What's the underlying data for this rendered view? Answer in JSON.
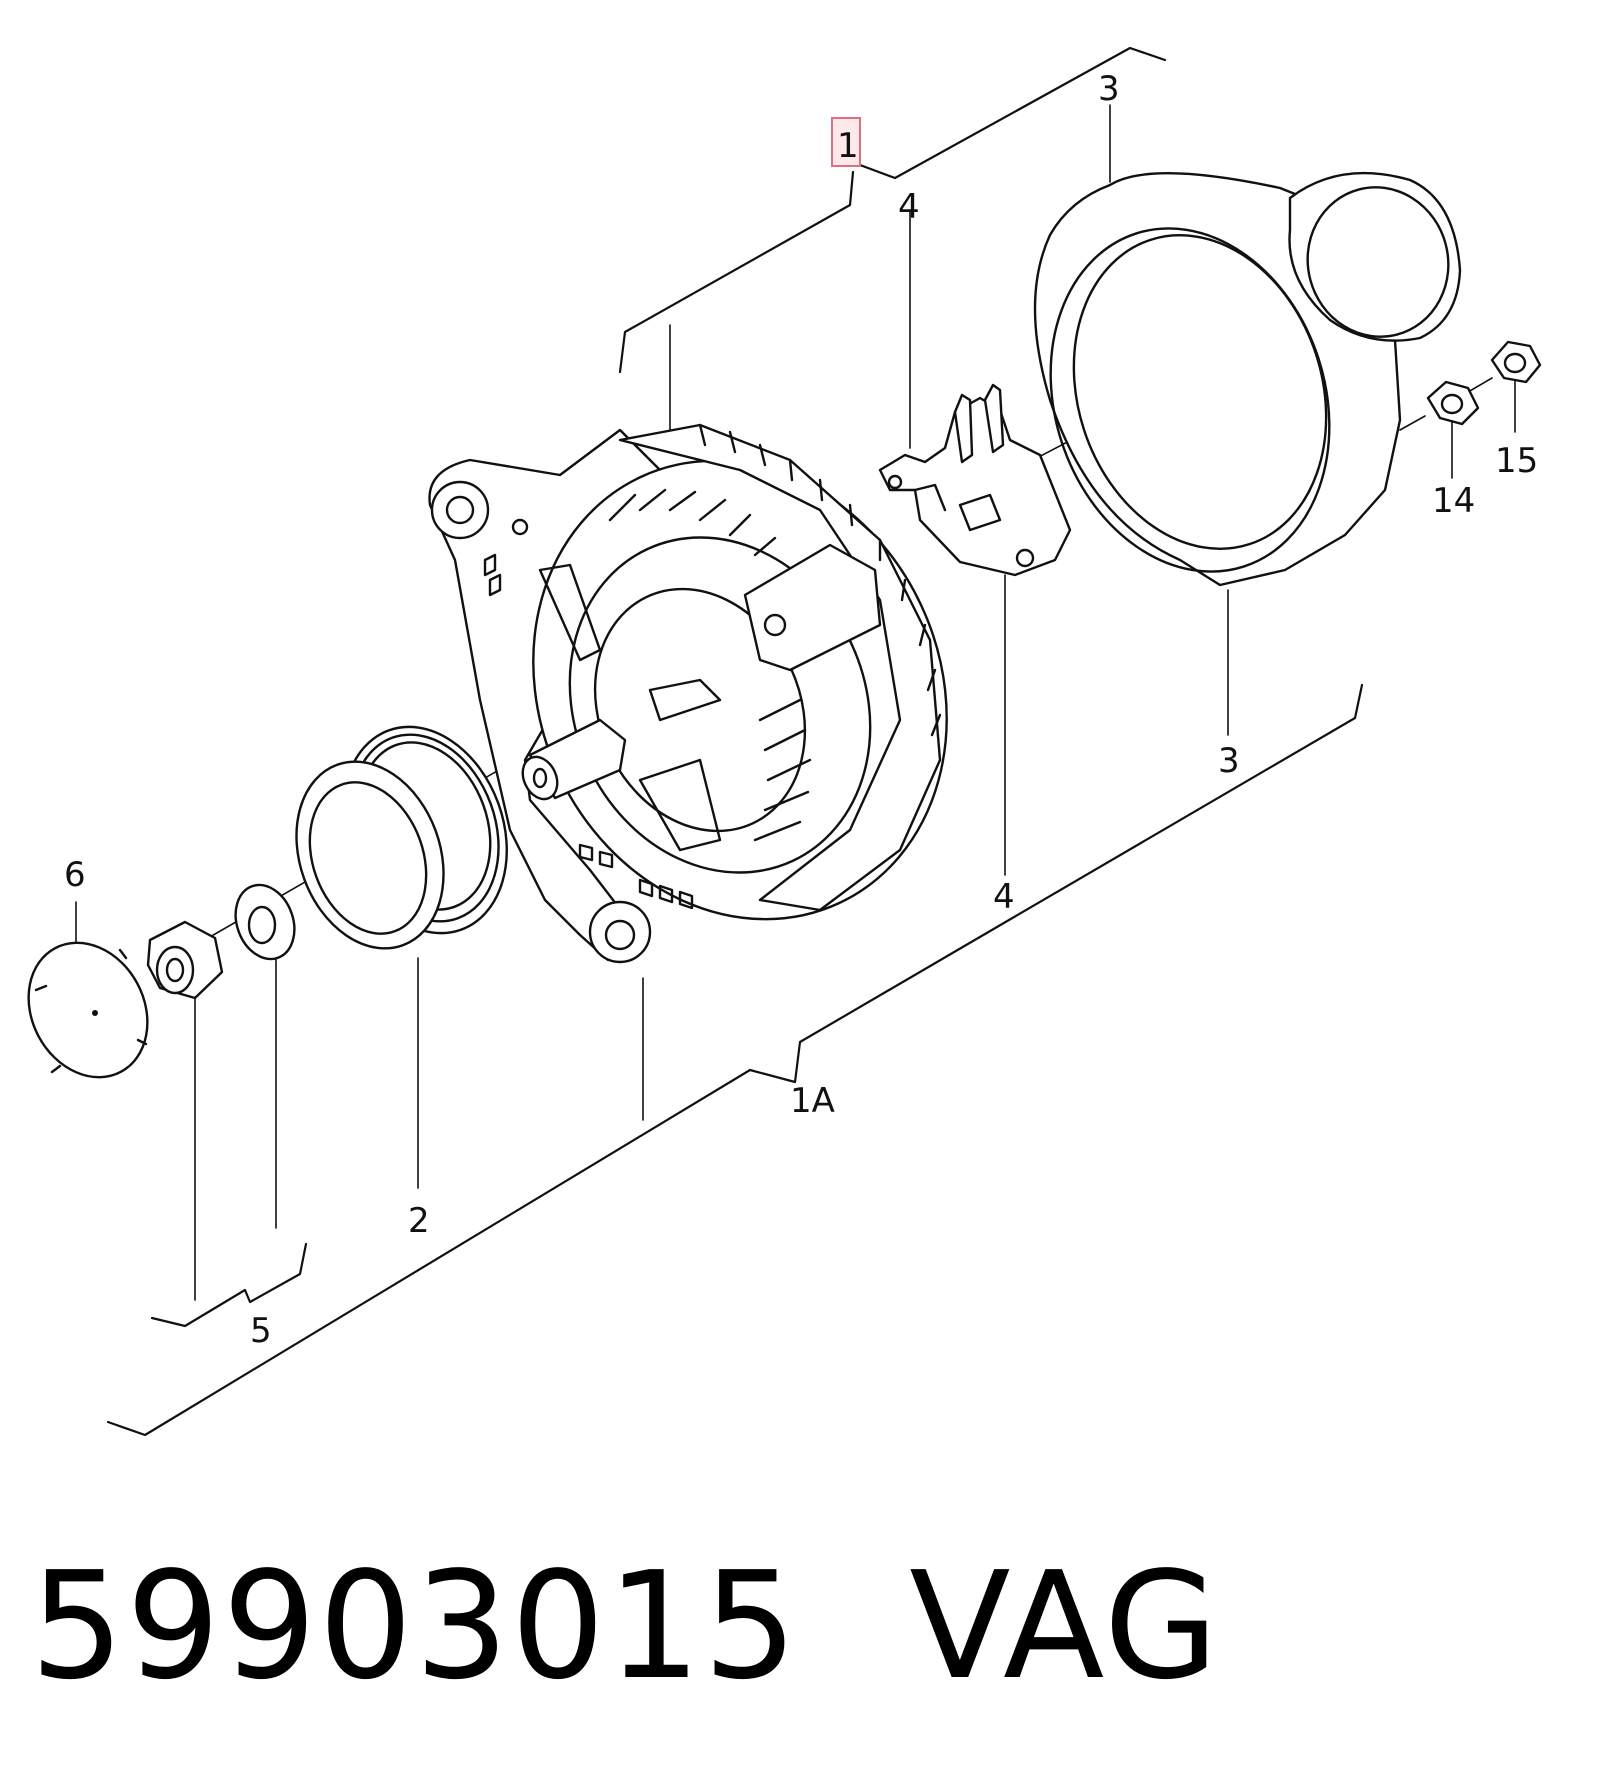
{
  "callouts": {
    "c1": "1",
    "c1a": "1A",
    "c2": "2",
    "c3_top": "3",
    "c3_bottom": "3",
    "c4_top": "4",
    "c4_bottom": "4",
    "c5": "5",
    "c6": "6",
    "c14": "14",
    "c15": "15"
  },
  "footer": {
    "part_number": "59903015",
    "brand": "VAG"
  },
  "colors": {
    "highlight_fill": "#fde8ea",
    "highlight_border": "#e07080",
    "line": "#111111"
  }
}
